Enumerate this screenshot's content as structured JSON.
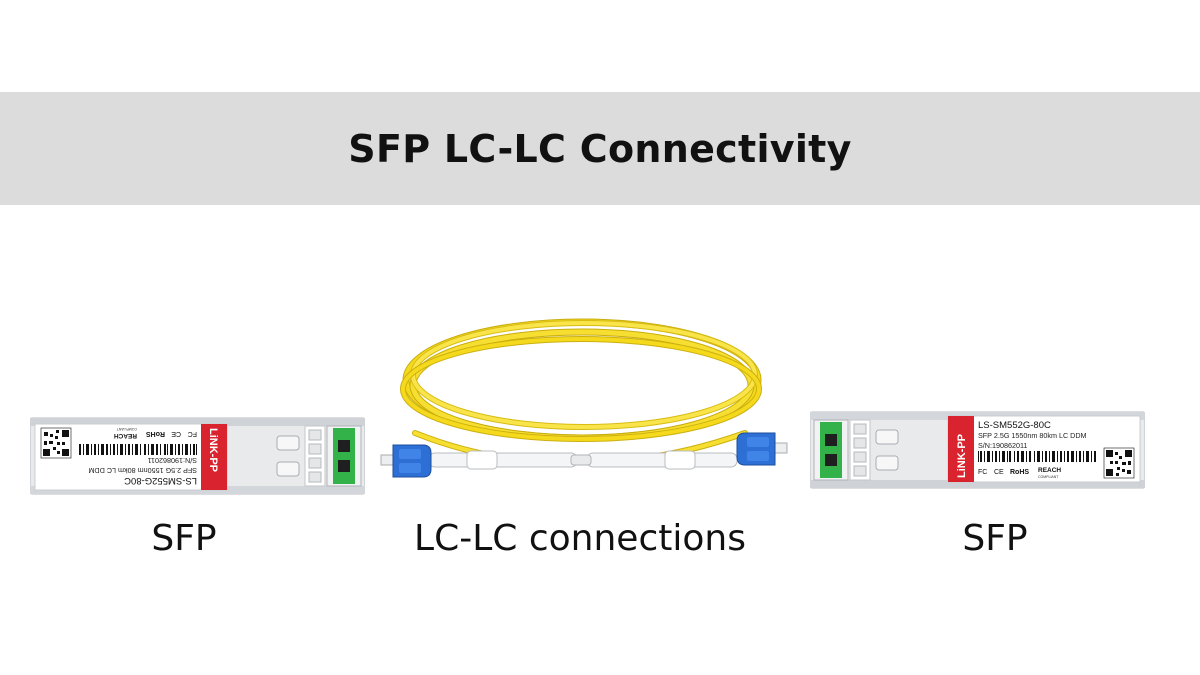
{
  "title": "SFP LC-LC Connectivity",
  "captions": {
    "left": "SFP",
    "center": "LC-LC connections",
    "right": "SFP"
  },
  "module_label": {
    "brand": "LiNK-PP",
    "model": "LS-SM552G-80C",
    "description": "SFP 2.5G 1550nm 80km LC DDM",
    "serial": "S/N:190862011",
    "certs": [
      "FC",
      "CE",
      "RoHS",
      "REACH"
    ],
    "compliant": "COMPLIANT"
  },
  "colors": {
    "banner": "#dcdcdc",
    "cable": "#f4d91c",
    "connector": "#2d6fd4",
    "brand_red": "#d9232e",
    "latch_green": "#34b24a"
  },
  "icons": [
    "qr-code-icon",
    "barcode-icon",
    "lc-connector-icon"
  ]
}
